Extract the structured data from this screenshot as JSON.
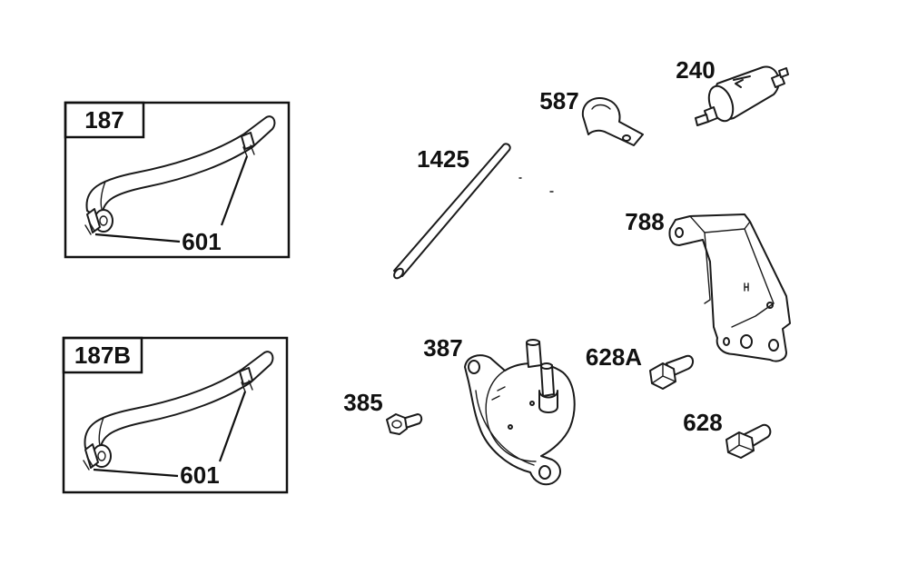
{
  "diagram": {
    "labels": {
      "hose_kit_187": "187",
      "hose_kit_187b": "187B",
      "clamp_601_a": "601",
      "clamp_601_b": "601",
      "fuel_line_1425": "1425",
      "clip_587": "587",
      "fuel_filter_240": "240",
      "bracket_788": "788",
      "fuel_pump_387": "387",
      "bolt_385": "385",
      "screw_628a": "628A",
      "screw_628": "628"
    }
  }
}
